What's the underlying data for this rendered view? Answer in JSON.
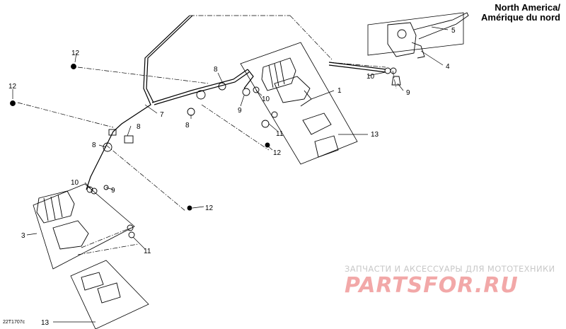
{
  "header": {
    "region_line1": "North America/",
    "region_line2": "Amérique du nord"
  },
  "callouts": [
    {
      "id": "c1",
      "label": "1"
    },
    {
      "id": "c3",
      "label": "3"
    },
    {
      "id": "c4",
      "label": "4"
    },
    {
      "id": "c5",
      "label": "5"
    },
    {
      "id": "c7",
      "label": "7"
    },
    {
      "id": "c8a",
      "label": "8"
    },
    {
      "id": "c8b",
      "label": "8"
    },
    {
      "id": "c8c",
      "label": "8"
    },
    {
      "id": "c8d",
      "label": "8"
    },
    {
      "id": "c9a",
      "label": "9"
    },
    {
      "id": "c9b",
      "label": "9"
    },
    {
      "id": "c9c",
      "label": "9"
    },
    {
      "id": "c10a",
      "label": "10"
    },
    {
      "id": "c10b",
      "label": "10"
    },
    {
      "id": "c10c",
      "label": "10"
    },
    {
      "id": "c11a",
      "label": "11"
    },
    {
      "id": "c11b",
      "label": "11"
    },
    {
      "id": "c12a",
      "label": "12"
    },
    {
      "id": "c12b",
      "label": "12"
    },
    {
      "id": "c12c",
      "label": "12"
    },
    {
      "id": "c12d",
      "label": "12"
    },
    {
      "id": "c13a",
      "label": "13"
    },
    {
      "id": "c13b",
      "label": "13"
    }
  ],
  "watermark": {
    "tagline": "ЗАПЧАСТИ И АКСЕССУАРЫ ДЛЯ МОТОТЕХНИКИ",
    "logo": "PARTSFOR.RU"
  },
  "footer": {
    "drawing_code": "22T1707c"
  }
}
